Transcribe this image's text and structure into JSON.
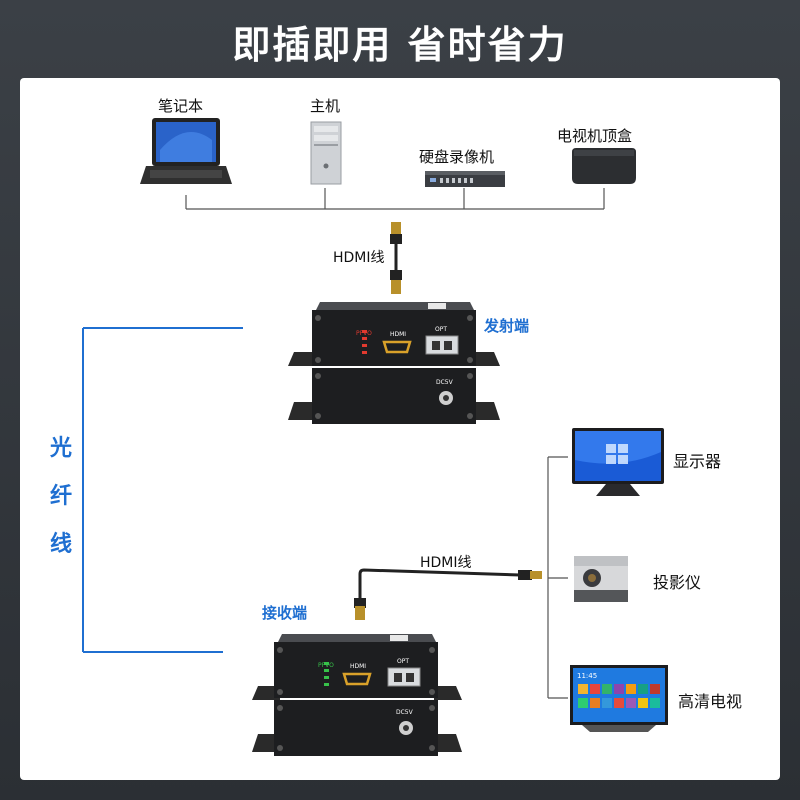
{
  "banner": {
    "title": "即插即用 省时省力"
  },
  "sources": [
    {
      "label": "笔记本",
      "icon": "laptop-icon"
    },
    {
      "label": "主机",
      "icon": "desktop-tower-icon"
    },
    {
      "label": "硬盘录像机",
      "icon": "dvr-recorder-icon"
    },
    {
      "label": "电视机顶盒",
      "icon": "set-top-box-icon"
    }
  ],
  "cable": {
    "top_label": "HDMI线",
    "bottom_label": "HDMI线"
  },
  "transmitter": {
    "label": "发射端",
    "port_hdmi": "HDMI",
    "port_opt": "OPT",
    "power": "DC5V",
    "led_letters": "PFVO",
    "led_color": "#e23a2f"
  },
  "receiver": {
    "label": "接收端",
    "port_hdmi": "HDMI",
    "port_opt": "OPT",
    "power": "DC5V",
    "led_letters": "PFVO",
    "led_color": "#37c24a"
  },
  "fiber": {
    "chars": [
      "光",
      "纤",
      "线"
    ],
    "color": "#1f6fd1"
  },
  "displays": [
    {
      "label": "显示器",
      "icon": "monitor-icon"
    },
    {
      "label": "投影仪",
      "icon": "projector-icon"
    },
    {
      "label": "高清电视",
      "icon": "hdtv-icon"
    }
  ],
  "tv_screen": {
    "clock": "11:45"
  }
}
